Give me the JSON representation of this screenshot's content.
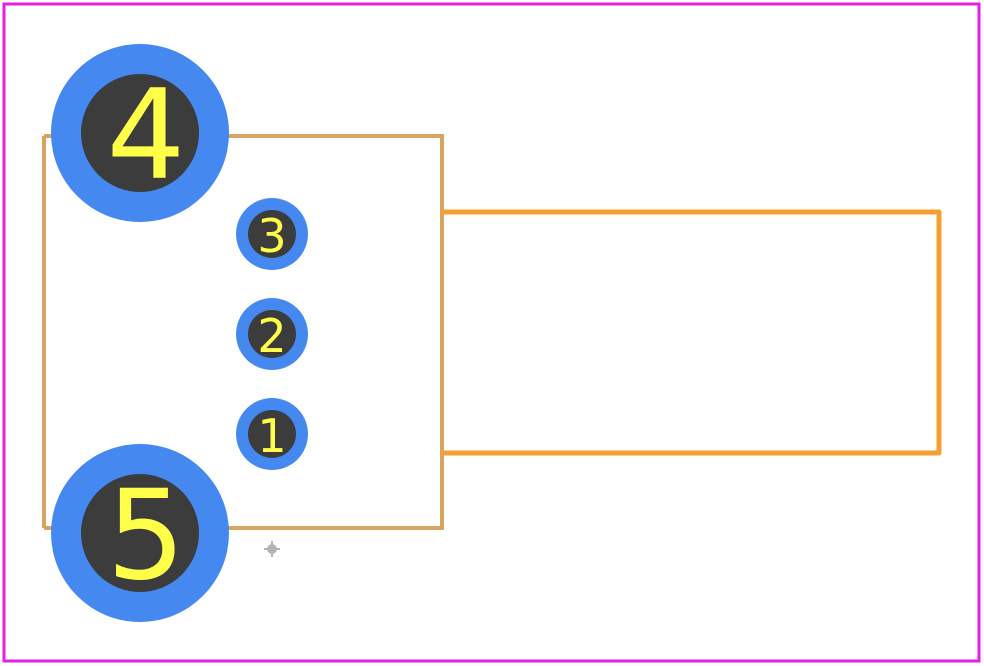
{
  "colors": {
    "background": "#ffffff",
    "board_outline": "#e61ee6",
    "silkscreen": "#f5a030",
    "body_outline": "#c8a87a",
    "pad_copper": "#4488f0",
    "pad_hole": "#3c3c3c",
    "pad_label": "#ffff4a",
    "origin_marker": "#b4b4b4"
  },
  "pads": [
    {
      "number": "1",
      "kind": "signal"
    },
    {
      "number": "2",
      "kind": "signal"
    },
    {
      "number": "3",
      "kind": "signal"
    },
    {
      "number": "4",
      "kind": "mount"
    },
    {
      "number": "5",
      "kind": "mount"
    }
  ]
}
